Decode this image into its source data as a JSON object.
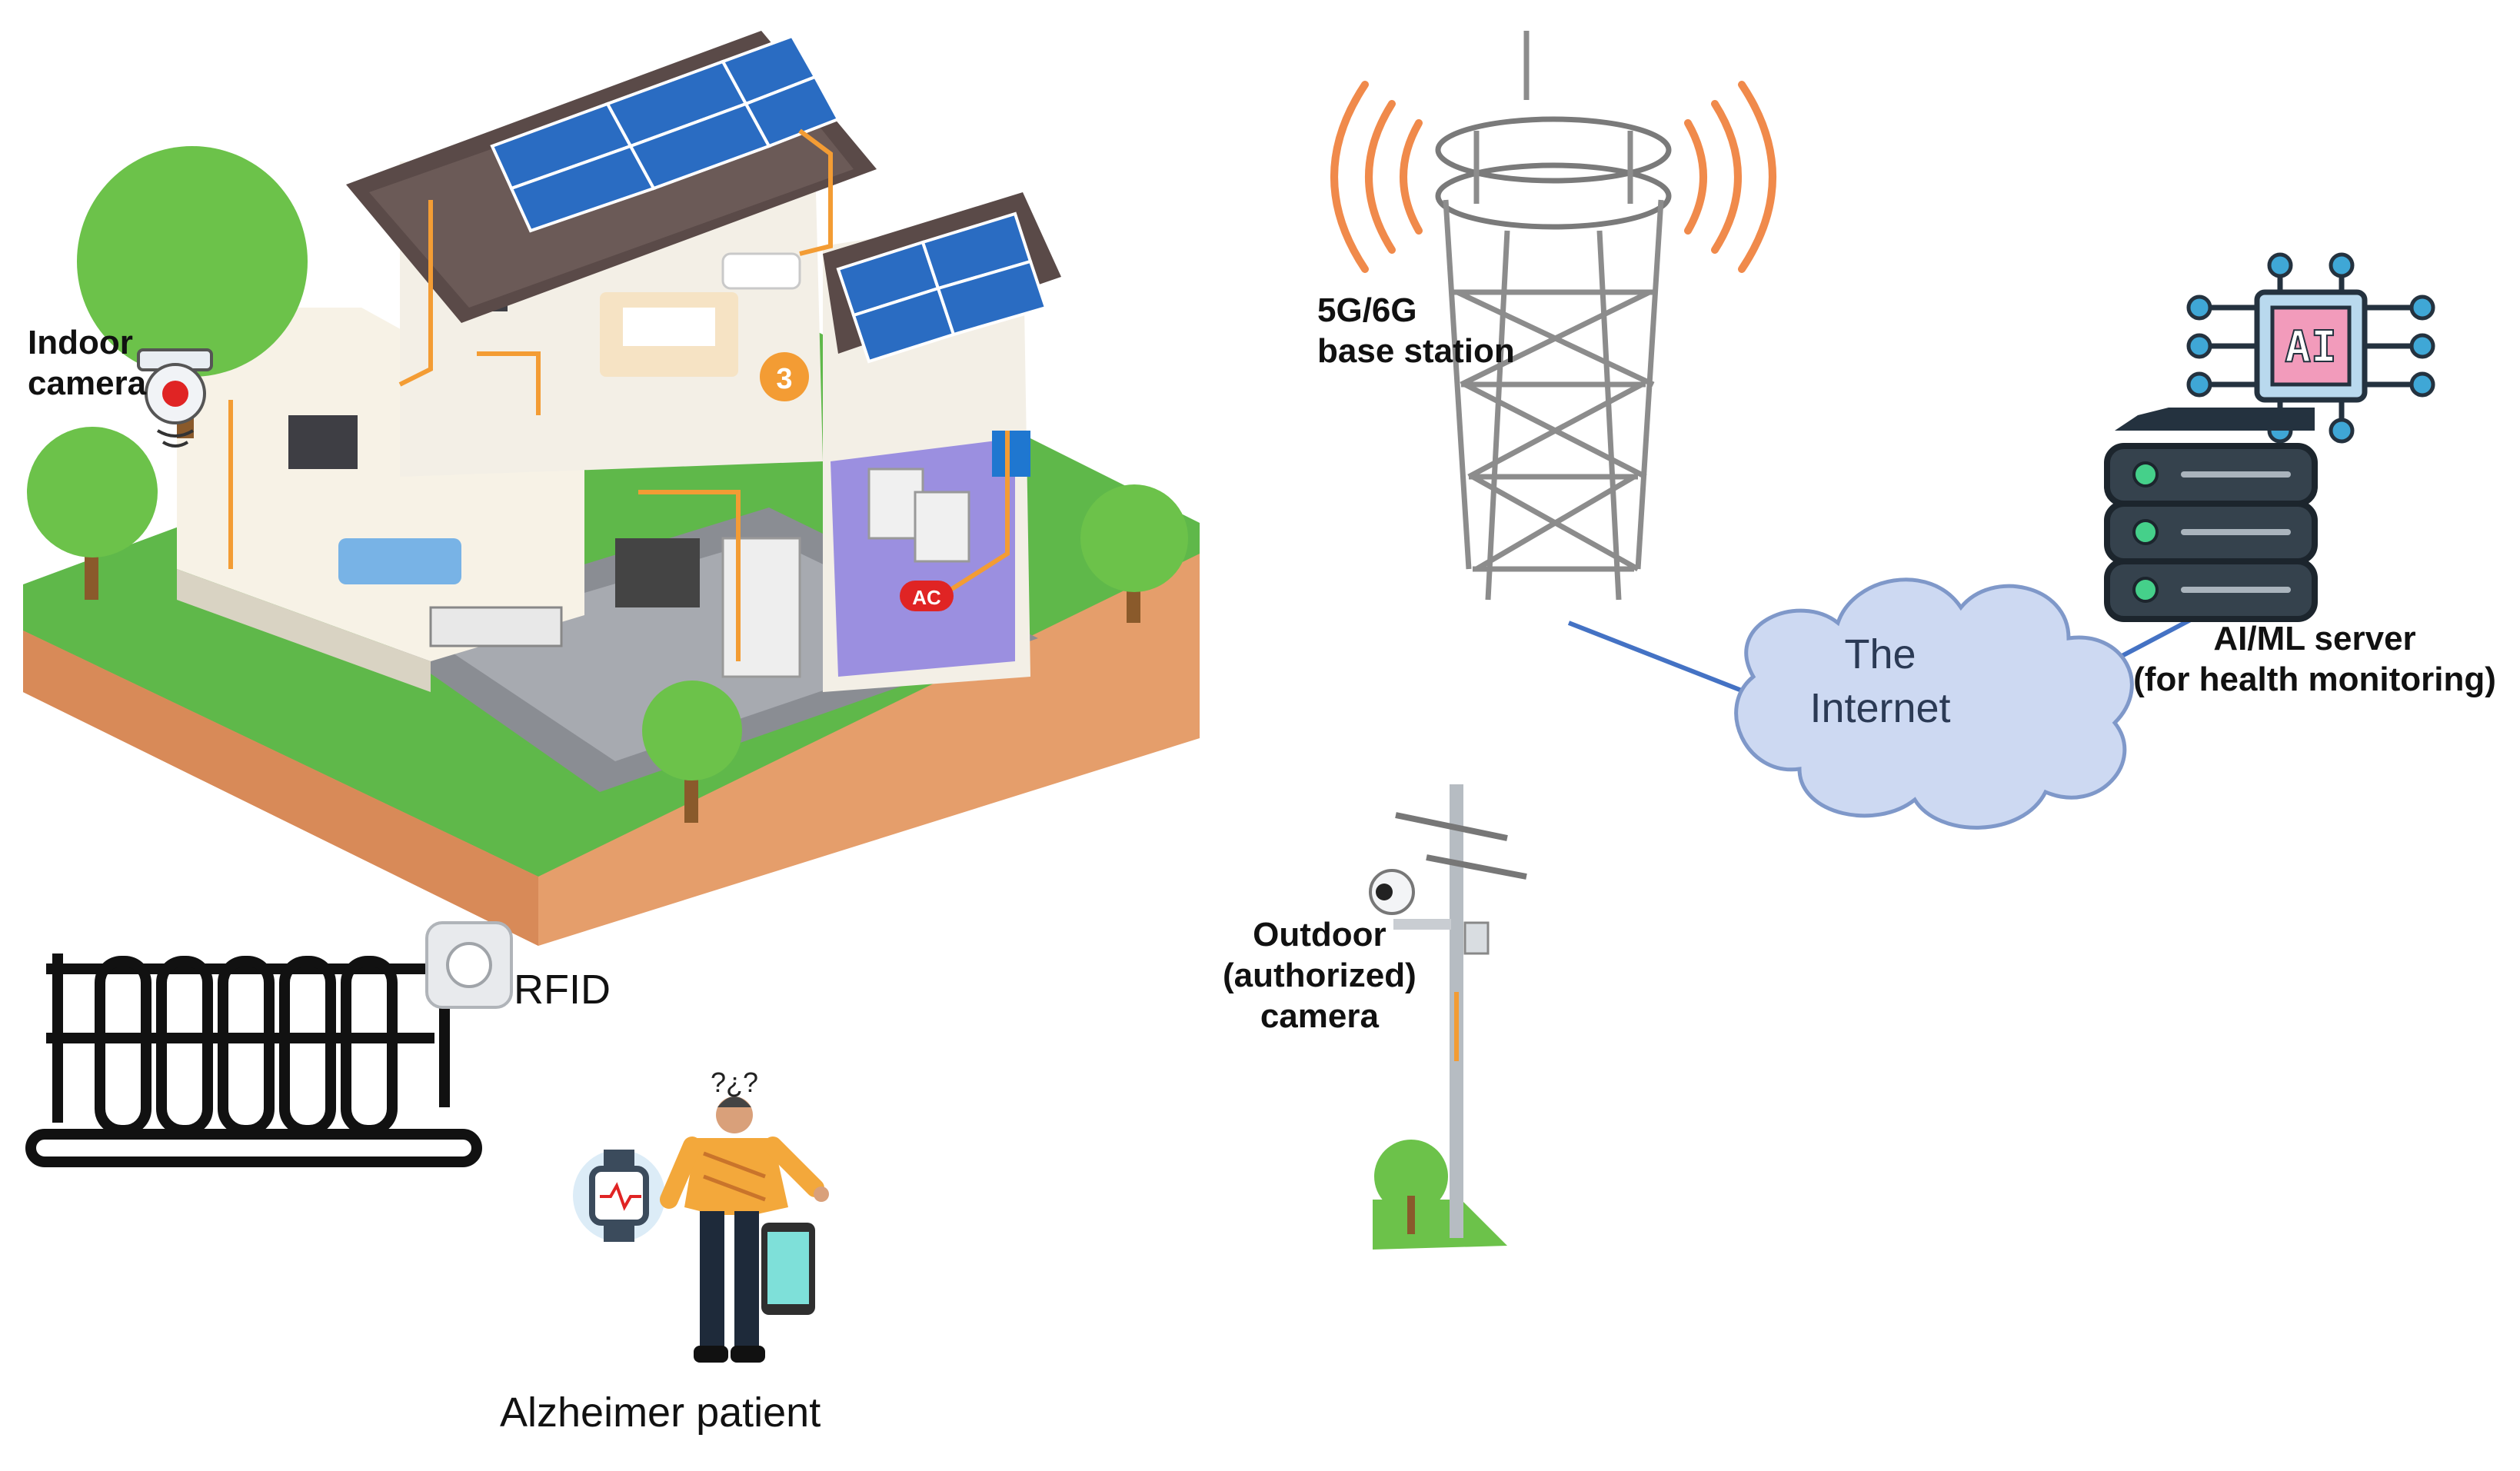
{
  "labels": {
    "indoor_camera": "Indoor\ncamera",
    "base_station": "5G/6G\nbase station",
    "internet": "The\nInternet",
    "server": "AI/ML server\n(for health monitoring)",
    "rfid": "RFID",
    "outdoor_camera": "Outdoor\n(authorized)\ncamera",
    "patient": "Alzheimer patient",
    "ai_chip": "AI",
    "house_badge": "3",
    "ac_tag": "AC",
    "patient_thought": "?¿?"
  },
  "colors": {
    "link_line": "#4472c4",
    "cloud_fill": "#cdd9f2",
    "cloud_stroke": "#7f98c9",
    "signal_waves": "#f08a4b",
    "solar_panel": "#2a6cc2",
    "roof": "#5a4a48",
    "grass": "#5fb84a",
    "soil": "#e59e6b",
    "server_body": "#35424d",
    "server_led": "#45d08a",
    "tree": "#6cc24a"
  },
  "icons": [
    "house-icon",
    "indoor-camera-icon",
    "tower-icon",
    "signal-waves-icon",
    "cloud-icon",
    "ai-chip-icon",
    "server-icon",
    "gate-icon",
    "rfid-reader-icon",
    "pole-camera-icon",
    "smartwatch-icon",
    "person-icon",
    "smartphone-icon"
  ]
}
